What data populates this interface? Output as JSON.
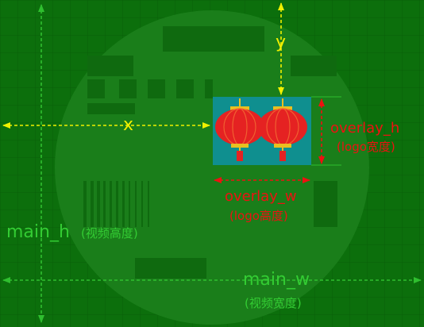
{
  "labels": {
    "x": "x",
    "y": "y",
    "overlay_h": "overlay_h",
    "overlay_h_note": "(logo宽度)",
    "overlay_w": "overlay_w",
    "overlay_w_note": "(logo高度)",
    "main_h": "main_h",
    "main_h_note": "(视频高度)",
    "main_w": "main_w",
    "main_w_note": "(视频宽度)"
  },
  "colors": {
    "background": "#0c6f0c",
    "main_arrows": "#2fbf2f",
    "offset_arrows": "#f0f000",
    "overlay_arrows": "#ee1111",
    "overlay_box": "#0f8f8f",
    "lantern": "#e52222"
  },
  "icons": [
    "lantern-icon",
    "test-pattern-circle"
  ]
}
